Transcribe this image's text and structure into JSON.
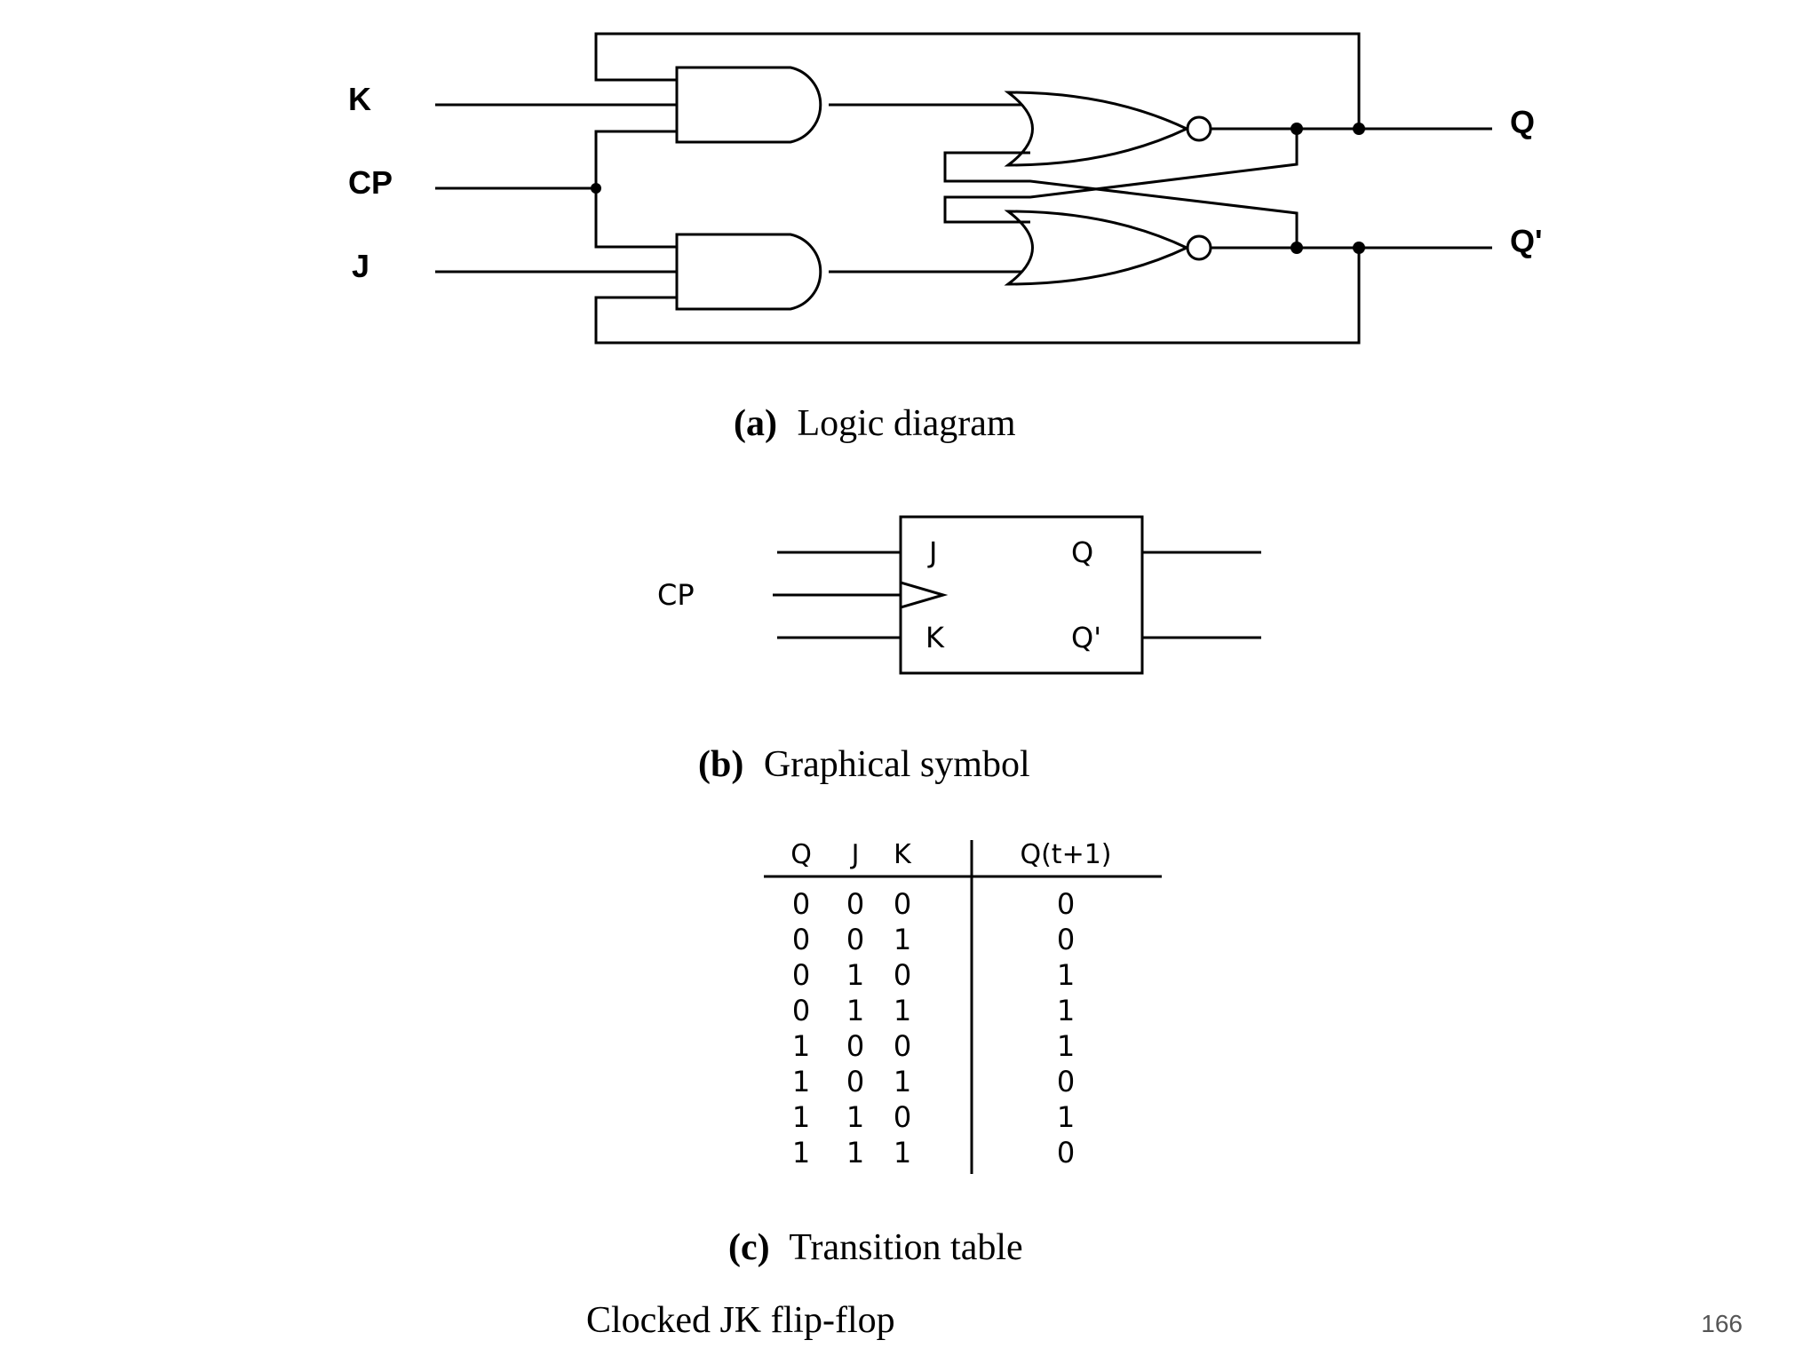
{
  "logic_diagram": {
    "inputs": [
      "K",
      "CP",
      "J"
    ],
    "outputs": [
      "Q",
      "Q'"
    ],
    "caption_tag": "(a)",
    "caption_text": "Logic diagram"
  },
  "graphical_symbol": {
    "inputs": [
      "J",
      "K"
    ],
    "clock_label": "CP",
    "outputs": [
      "Q",
      "Q'"
    ],
    "caption_tag": "(b)",
    "caption_text": "Graphical symbol"
  },
  "transition_table": {
    "headers": [
      "Q",
      "J",
      "K",
      "Q(t+1)"
    ],
    "rows": [
      [
        "0",
        "0",
        "0",
        "0"
      ],
      [
        "0",
        "0",
        "1",
        "0"
      ],
      [
        "0",
        "1",
        "0",
        "1"
      ],
      [
        "0",
        "1",
        "1",
        "1"
      ],
      [
        "1",
        "0",
        "0",
        "1"
      ],
      [
        "1",
        "0",
        "1",
        "0"
      ],
      [
        "1",
        "1",
        "0",
        "1"
      ],
      [
        "1",
        "1",
        "1",
        "0"
      ]
    ],
    "caption_tag": "(c)",
    "caption_text": "Transition table"
  },
  "figure_title": "Clocked JK flip-flop",
  "page_number": "166"
}
